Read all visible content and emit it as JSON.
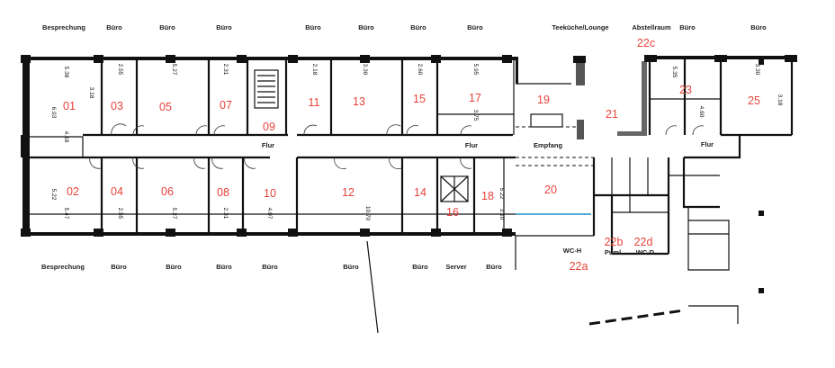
{
  "top_labels": [
    "Besprechung",
    "Büro",
    "Büro",
    "Büro",
    "Büro",
    "Büro",
    "Büro",
    "Büro",
    "Teeküche/Lounge",
    "Abstellraum",
    "Büro",
    "Büro"
  ],
  "bottom_labels": [
    "Besprechung",
    "Büro",
    "Büro",
    "Büro",
    "Büro",
    "Büro",
    "Büro",
    "Server",
    "Büro"
  ],
  "rooms": [
    "01",
    "03",
    "05",
    "07",
    "09",
    "11",
    "13",
    "15",
    "17",
    "19",
    "21",
    "22c",
    "23",
    "25",
    "02",
    "04",
    "06",
    "08",
    "10",
    "12",
    "14",
    "16",
    "18",
    "20",
    "22b",
    "22d",
    "22a"
  ],
  "areas": [
    "Flur",
    "Flur",
    "Empfang",
    "Flur",
    "WC-H",
    "Puml",
    "WC-D"
  ],
  "dimensions": [
    "5.38",
    "6.93",
    "3.18",
    "4.18",
    "2.55",
    "5.27",
    "2.31",
    "5.22",
    "5.47",
    "2.55",
    "5.27",
    "2.31",
    "4.07",
    "2.18",
    "3.30",
    "2.60",
    "5.95",
    "3.75",
    "10.70",
    "5.22",
    "3.10",
    "5.35",
    "4.60",
    "3.30",
    "3.18"
  ],
  "colors": {
    "room_number": "#e8423a",
    "wall": "#111111",
    "glass": "#1a8fd0"
  }
}
